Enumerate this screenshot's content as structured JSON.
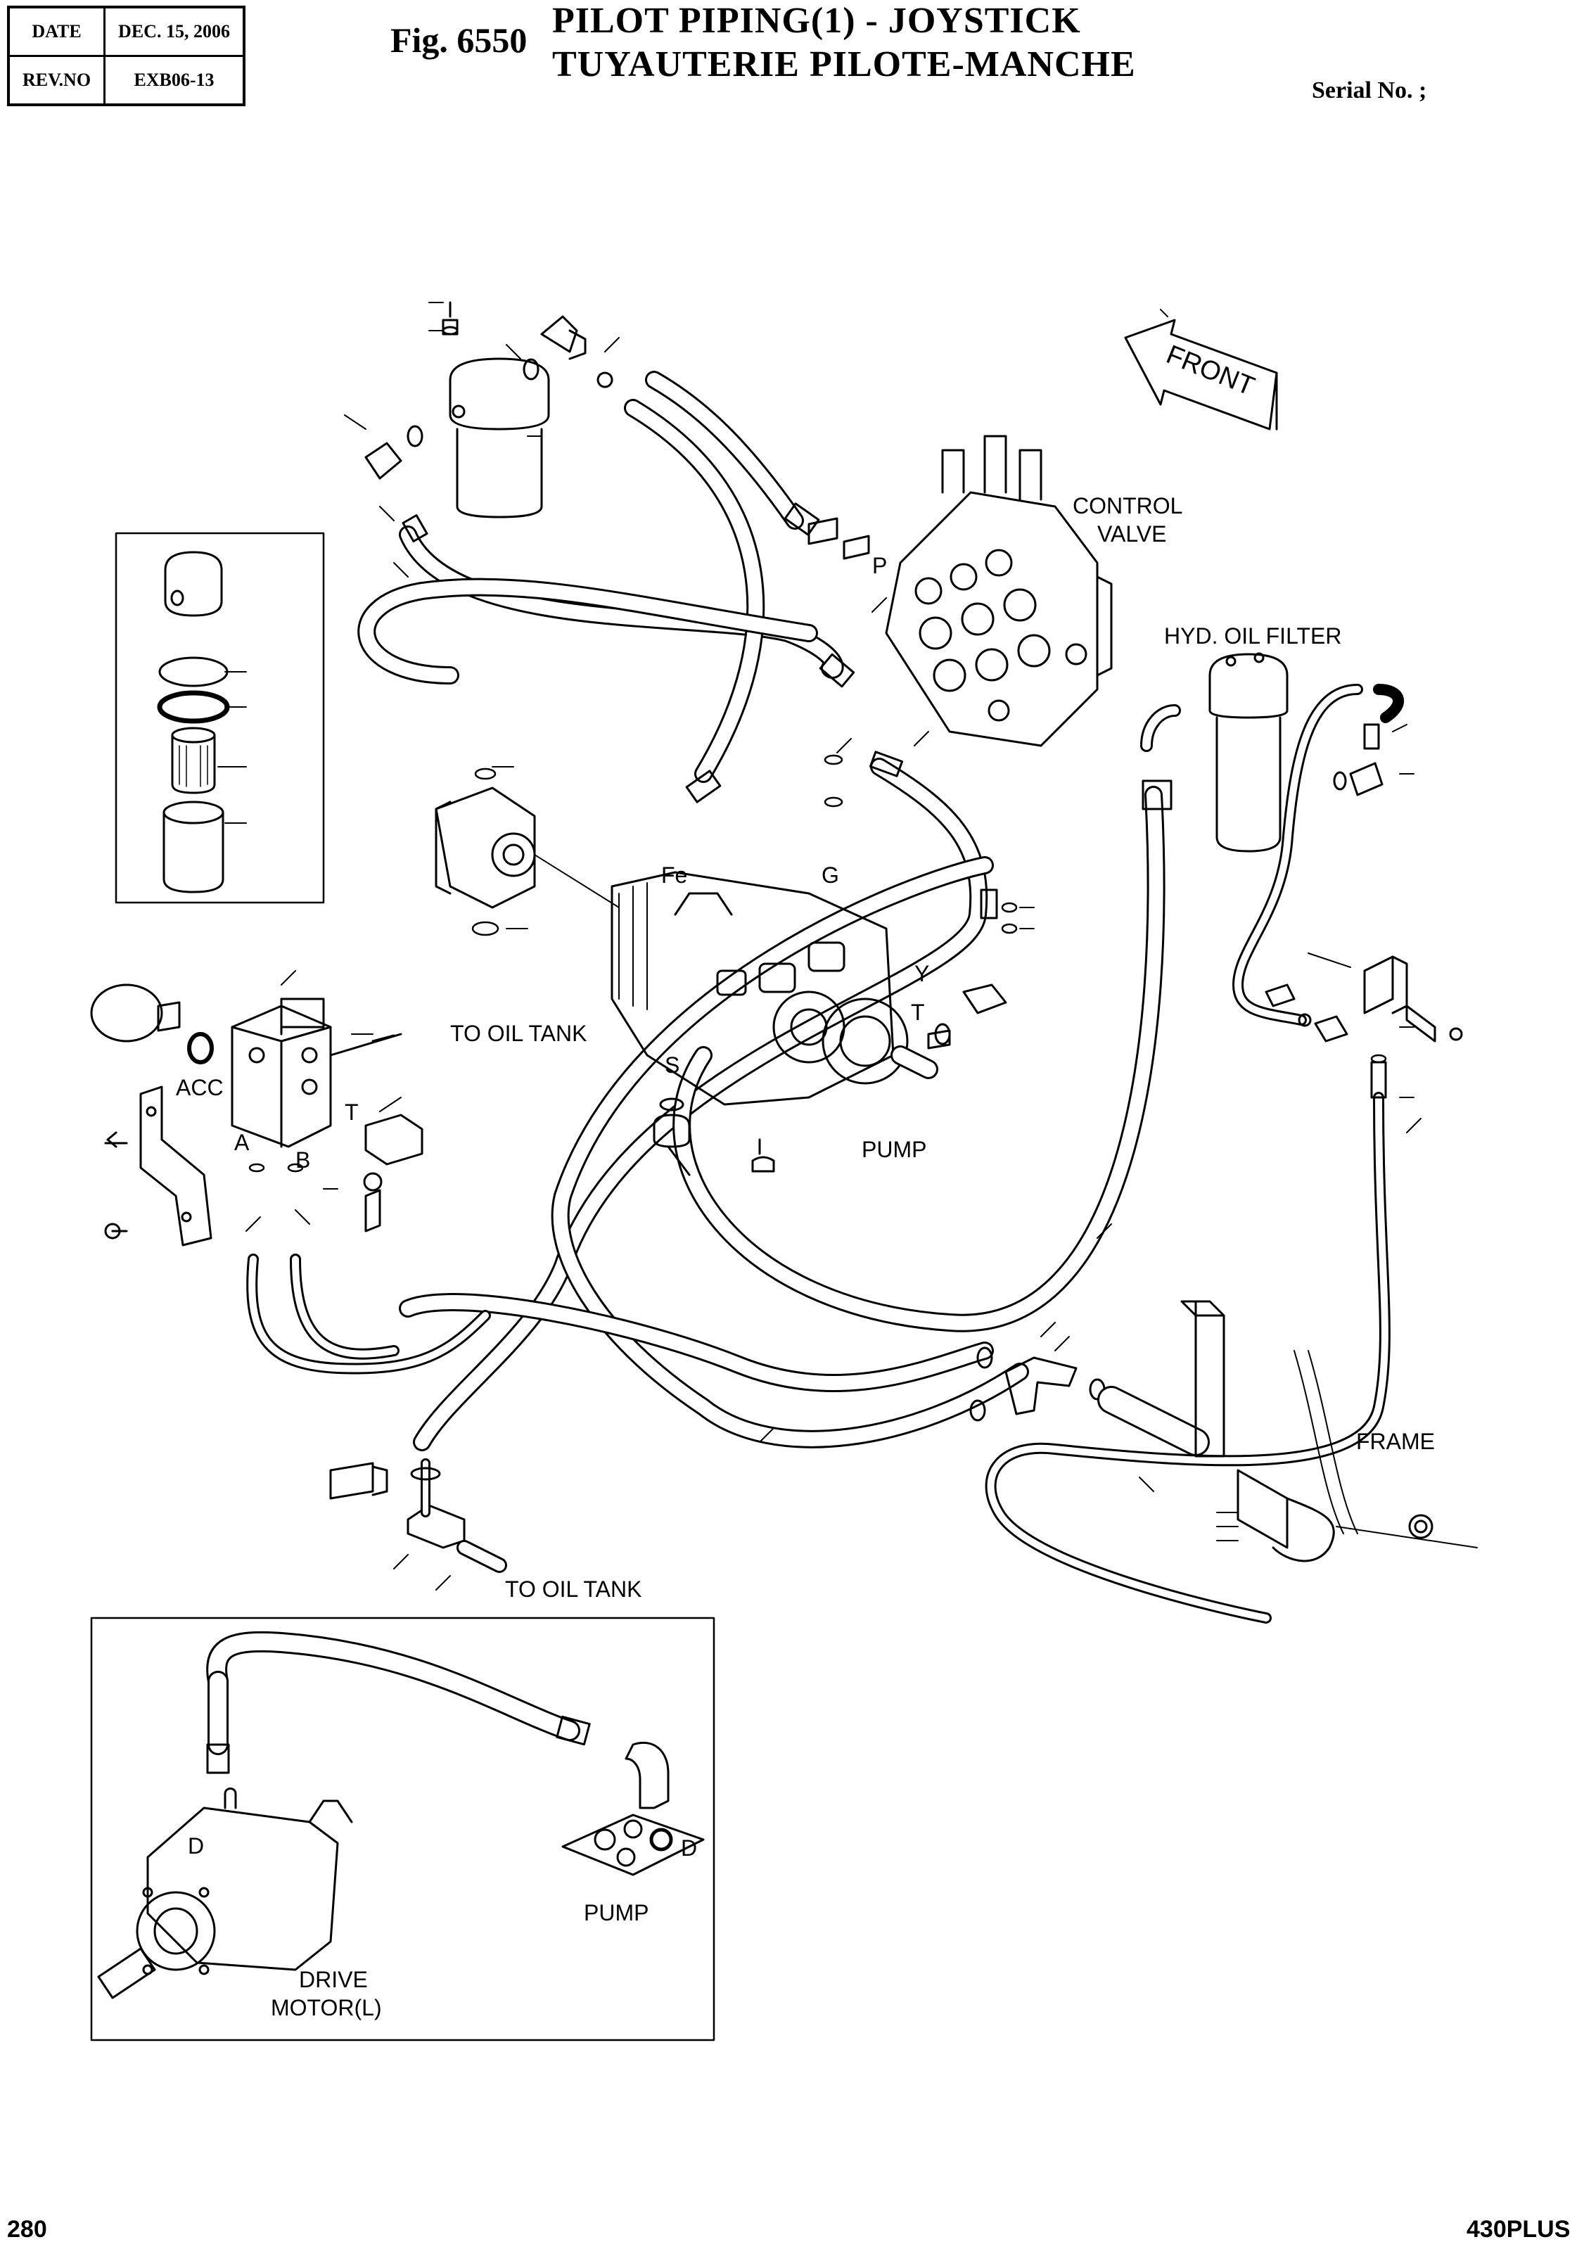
{
  "header": {
    "date_label": "DATE",
    "date_value": "DEC. 15, 2006",
    "rev_label": "REV.NO",
    "rev_value": "EXB06-13"
  },
  "figure": {
    "number": "Fig. 6550",
    "title_en": "PILOT  PIPING(1)  -  JOYSTICK",
    "title_fr": "TUYAUTERIE  PILOTE-MANCHE",
    "serial": "Serial No. ;"
  },
  "labels": {
    "front": "FRONT",
    "control_valve_1": "CONTROL",
    "control_valve_2": "VALVE",
    "port_p": "P",
    "hyd_oil_filter": "HYD. OIL FILTER",
    "port_fe": "Fe",
    "port_g": "G",
    "port_y": "Y",
    "port_t_pump": "T",
    "port_s": "S",
    "pump": "PUMP",
    "to_oil_tank_1": "TO OIL TANK",
    "acc": "ACC",
    "port_t_block": "T",
    "port_a": "A",
    "port_b": "B",
    "frame": "FRAME",
    "to_oil_tank_2": "TO OIL TANK",
    "inset_port_d_left": "D",
    "inset_port_d_right": "D",
    "inset_pump": "PUMP",
    "drive_motor_1": "DRIVE",
    "drive_motor_2": "MOTOR(L)"
  },
  "footer": {
    "page_number": "280",
    "model": "430PLUS"
  }
}
